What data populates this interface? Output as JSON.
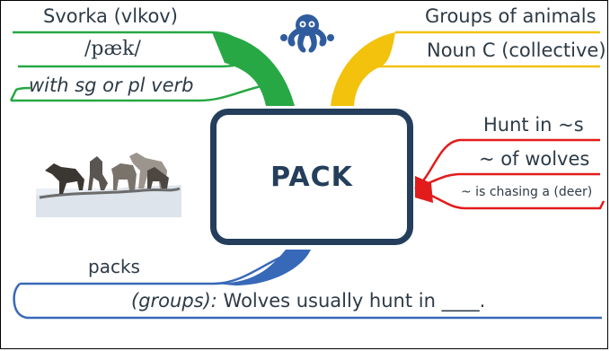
{
  "center": {
    "title": "PACK"
  },
  "green": {
    "label1": "Svorka (vlkov)",
    "label2": "/pæk/",
    "label3": "with sg or pl verb",
    "color": "#27a844"
  },
  "yellow": {
    "label1": "Groups of animals",
    "label2": "Noun C (collective)",
    "color": "#f2c20c"
  },
  "red": {
    "label1": "Hunt in ~s",
    "label2": "~ of wolves",
    "label3": "~ is chasing a (deer)",
    "color": "#e21b1b"
  },
  "blue": {
    "label1": "packs",
    "gloss": "(groups):",
    "sentence": "Wolves usually hunt in ____.",
    "color": "#3869b8"
  },
  "icons": {
    "octopus": "octopus-icon",
    "wolves": "wolf-pack-image"
  },
  "colors": {
    "center_border": "#243e5b",
    "text": "#2d3b47"
  }
}
